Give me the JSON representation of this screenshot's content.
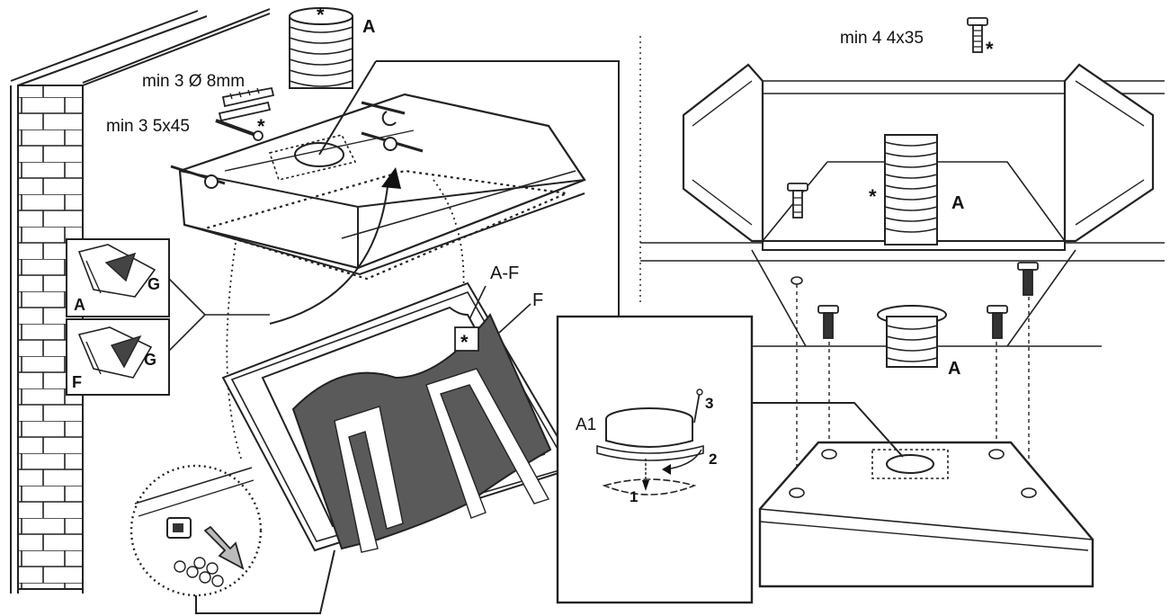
{
  "left": {
    "spec_anchors": "min 3 Ø 8mm",
    "spec_screws": "min 3 5x45",
    "asterisk": "*",
    "label_A": "A",
    "label_AF": "A-F",
    "label_F": "F",
    "inset_top_left": "A",
    "inset_top_right": "G",
    "inset_bot_left": "F",
    "inset_bot_right": "G"
  },
  "middle": {
    "label_A1": "A1",
    "step1": "1",
    "step2": "2",
    "step3": "3"
  },
  "right": {
    "spec_screws": "min 4 4x35",
    "asterisk": "*",
    "label_A_top": "A",
    "label_A_bottom": "A"
  }
}
